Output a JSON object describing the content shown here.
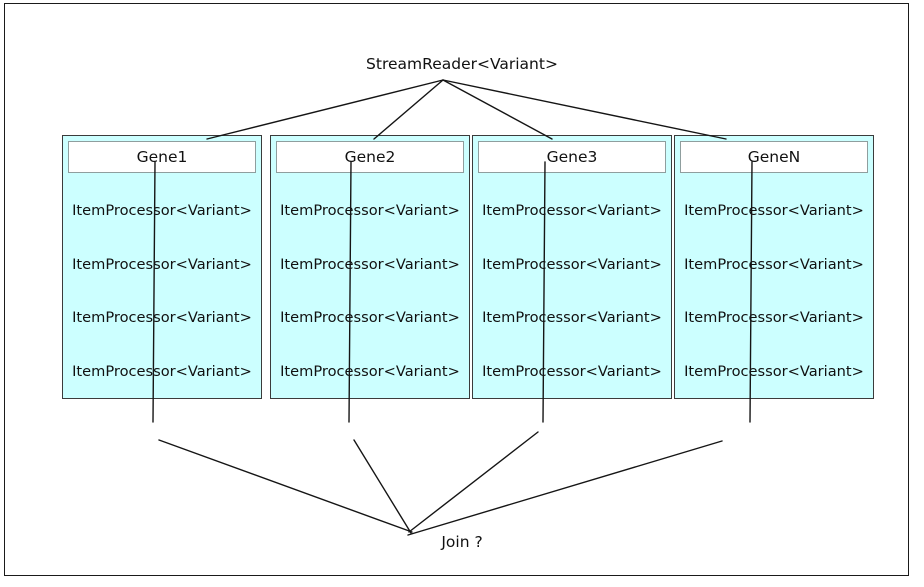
{
  "diagram": {
    "source": {
      "label": "StreamReader<Variant>"
    },
    "sink": {
      "label": "Join ?"
    },
    "lanes": [
      {
        "title": "Gene1",
        "processors": [
          "ItemProcessor<Variant>",
          "ItemProcessor<Variant>",
          "ItemProcessor<Variant>",
          "ItemProcessor<Variant>"
        ]
      },
      {
        "title": "Gene2",
        "processors": [
          "ItemProcessor<Variant>",
          "ItemProcessor<Variant>",
          "ItemProcessor<Variant>",
          "ItemProcessor<Variant>"
        ]
      },
      {
        "title": "Gene3",
        "processors": [
          "ItemProcessor<Variant>",
          "ItemProcessor<Variant>",
          "ItemProcessor<Variant>",
          "ItemProcessor<Variant>"
        ]
      },
      {
        "title": "GeneN",
        "processors": [
          "ItemProcessor<Variant>",
          "ItemProcessor<Variant>",
          "ItemProcessor<Variant>",
          "ItemProcessor<Variant>"
        ]
      }
    ],
    "colors": {
      "lane_fill": "#ccffff",
      "lane_border": "#3b3b3b",
      "header_fill": "#ffffff",
      "header_border": "#8f9e9e",
      "edge_stroke": "#151515",
      "frame_border": "#1a1a1a",
      "text": "#111111"
    }
  }
}
